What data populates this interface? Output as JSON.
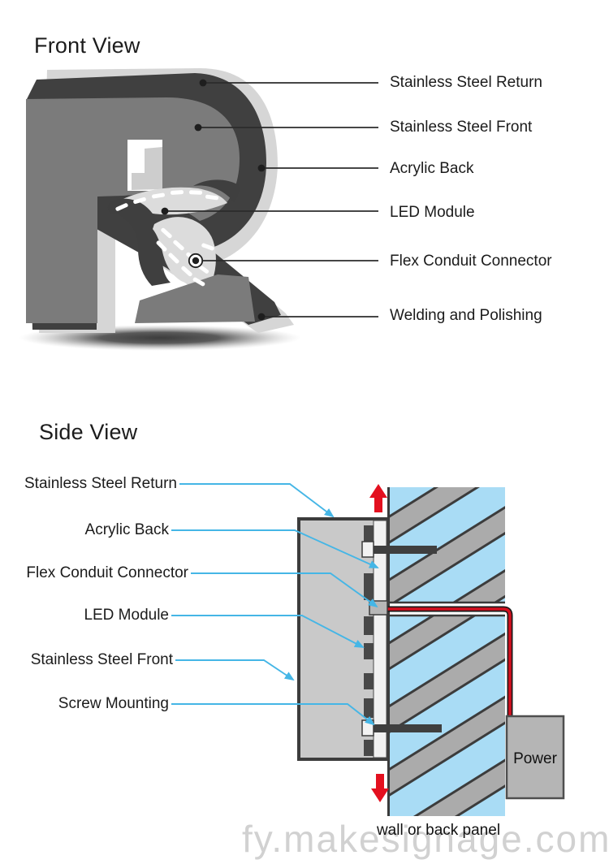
{
  "front_view": {
    "title": "Front View",
    "labels": [
      {
        "text": "Stainless Steel Return"
      },
      {
        "text": "Stainless Steel Front"
      },
      {
        "text": "Acrylic Back"
      },
      {
        "text": "LED Module"
      },
      {
        "text": "Flex Conduit Connector"
      },
      {
        "text": "Welding and Polishing"
      }
    ]
  },
  "side_view": {
    "title": "Side View",
    "labels": [
      {
        "text": "Stainless Steel Return"
      },
      {
        "text": "Acrylic Back"
      },
      {
        "text": "Flex Conduit Connector"
      },
      {
        "text": "LED Module"
      },
      {
        "text": "Stainless Steel Front"
      },
      {
        "text": "Screw Mounting"
      }
    ],
    "power_label": "Power",
    "wall_caption": "wall or back panel"
  },
  "watermark": "fy.makesignage.com",
  "colors": {
    "letter_front": "#7b7b7b",
    "letter_return": "#404040",
    "letter_back": "#d6d6d6",
    "led_dash": "#ffffff",
    "leader_line_front": "#2b2b2b",
    "leader_line_side": "#45b6e6",
    "wall_blue": "#a9dcf5",
    "hatch_gray": "#ababab",
    "box_gray": "#c9c9c9",
    "red_accent": "#e3101f",
    "wire_red": "#d50f1e"
  }
}
